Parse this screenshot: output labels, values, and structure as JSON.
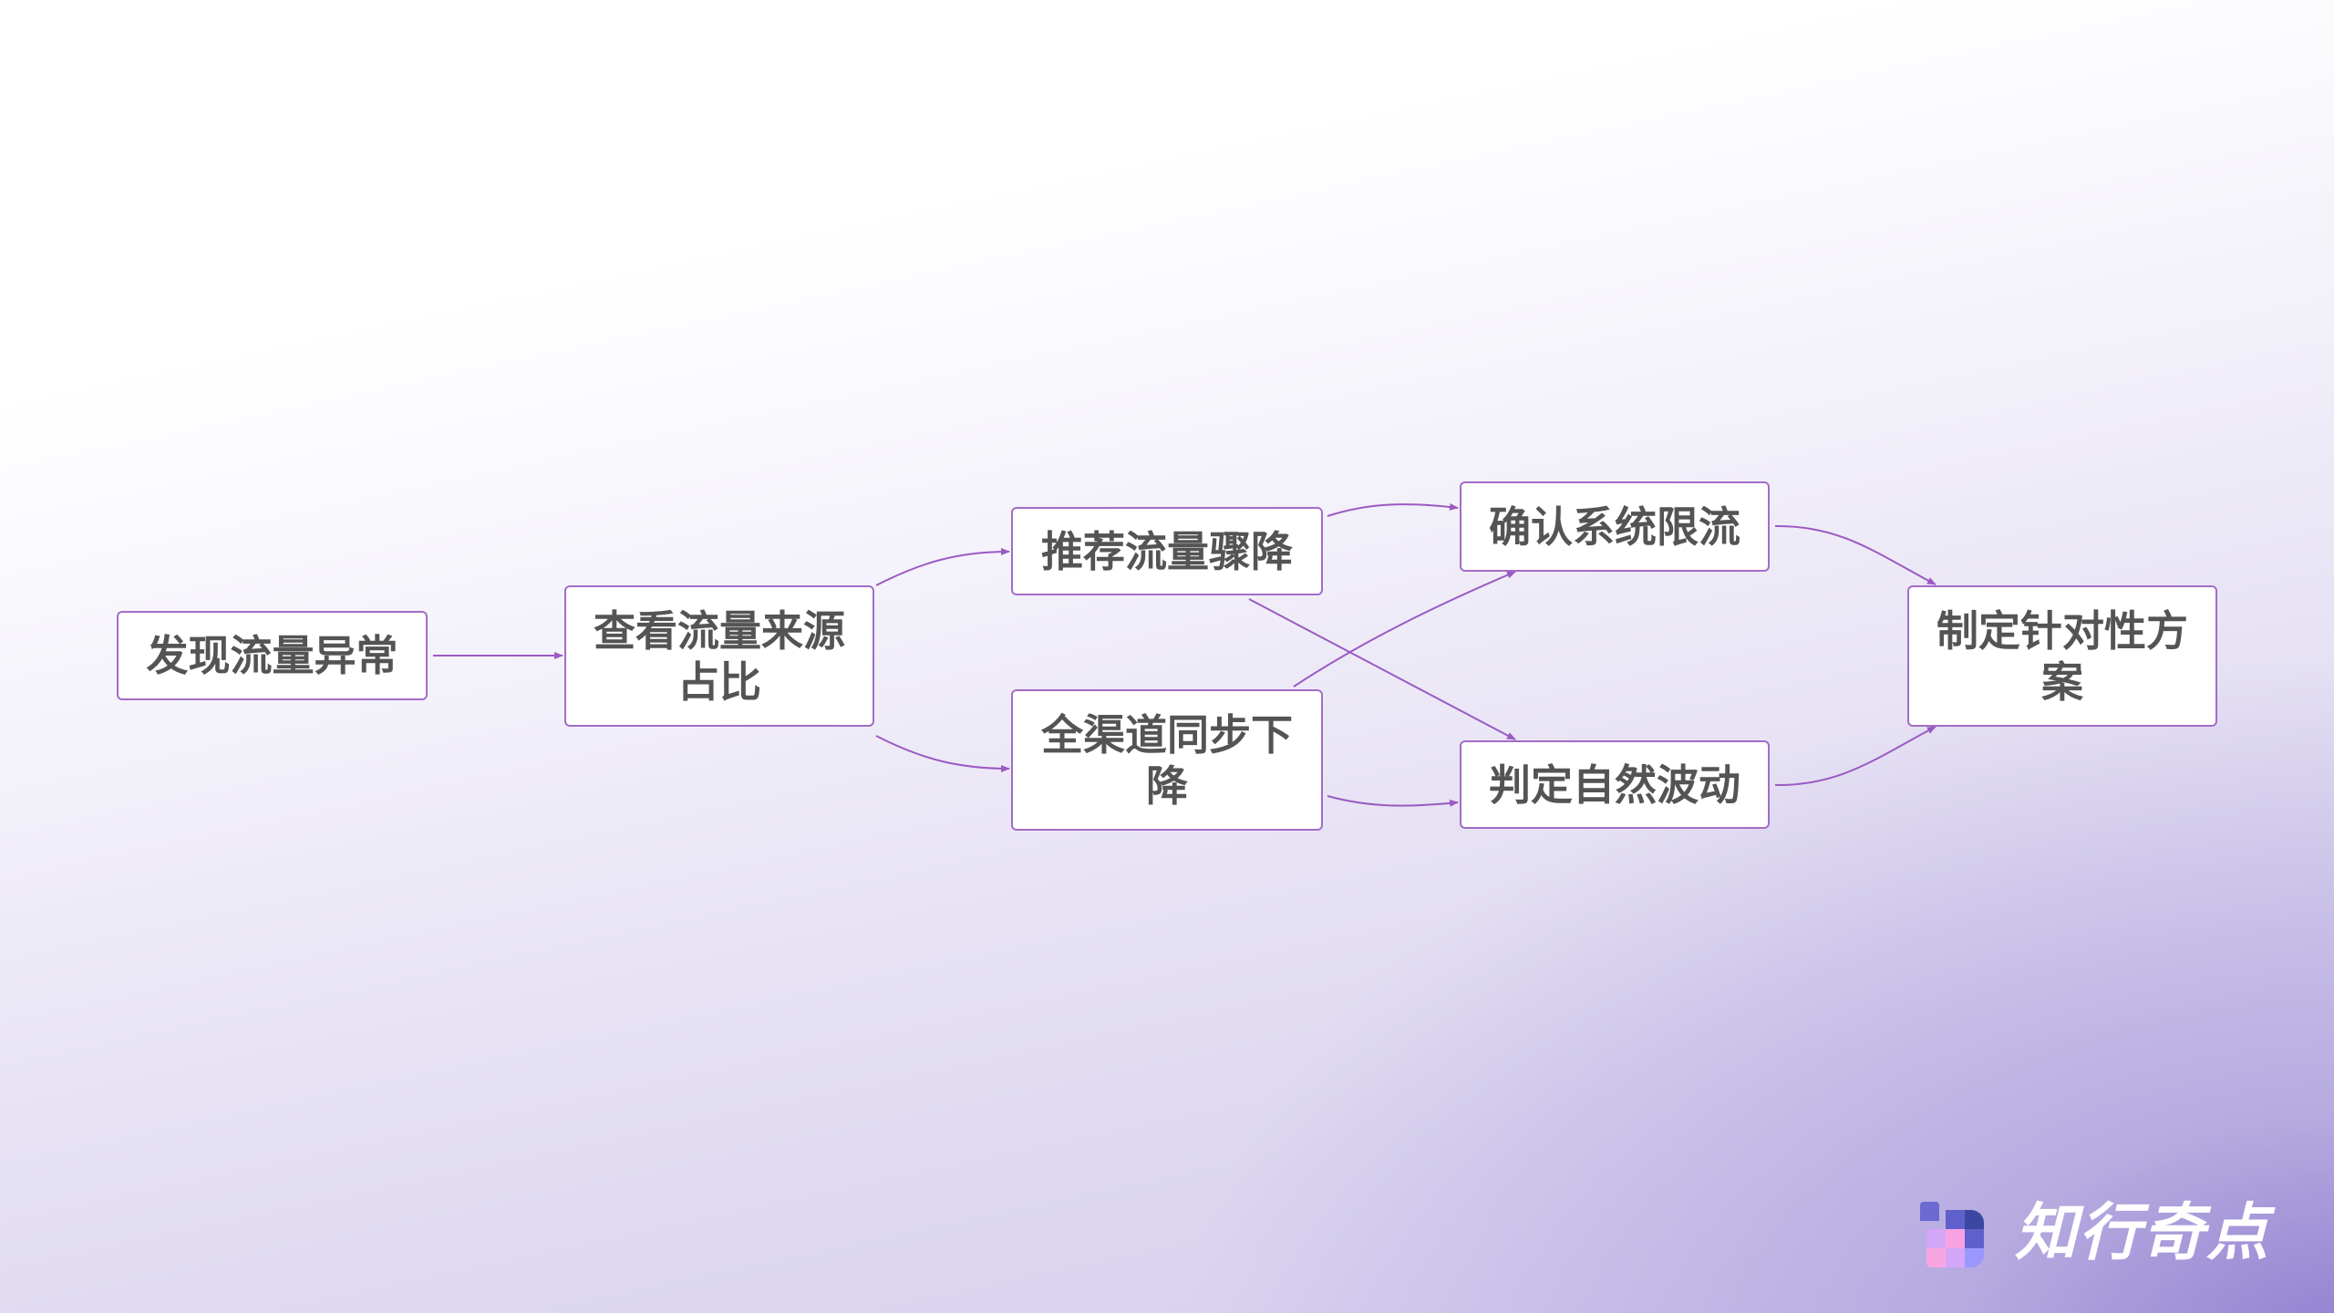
{
  "diagram": {
    "type": "flowchart",
    "nodes": [
      {
        "id": "n1",
        "label": "发现流量异常"
      },
      {
        "id": "n2",
        "label": "查看流量来源占比"
      },
      {
        "id": "n3",
        "label": "推荐流量骤降"
      },
      {
        "id": "n4",
        "label": "全渠道同步下降"
      },
      {
        "id": "n5",
        "label": "确认系统限流"
      },
      {
        "id": "n6",
        "label": "判定自然波动"
      },
      {
        "id": "n7",
        "label": "制定针对性方案"
      }
    ],
    "edges": [
      {
        "from": "n1",
        "to": "n2"
      },
      {
        "from": "n2",
        "to": "n3"
      },
      {
        "from": "n2",
        "to": "n4"
      },
      {
        "from": "n3",
        "to": "n5"
      },
      {
        "from": "n3",
        "to": "n6"
      },
      {
        "from": "n4",
        "to": "n5"
      },
      {
        "from": "n4",
        "to": "n6"
      },
      {
        "from": "n5",
        "to": "n7"
      },
      {
        "from": "n6",
        "to": "n7"
      }
    ]
  },
  "colors": {
    "node_border": "#a36cc6",
    "edge": "#9b5ac2",
    "node_text": "#545454",
    "node_fill": "#ffffff",
    "background_top": "#ffffff",
    "background_bottom_right": "#9585d2"
  },
  "brand": {
    "name": "知行奇点",
    "icon": "pixel-grid-logo-icon"
  }
}
